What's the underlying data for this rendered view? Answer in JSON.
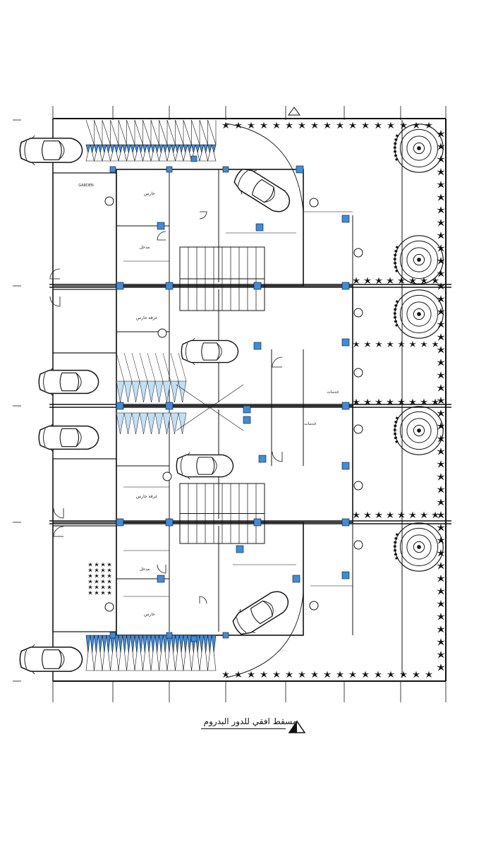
{
  "drawing": {
    "caption": "مسقط افقي للدور البدروم",
    "garden_label": "GARDEN",
    "room_labels": [
      "حارس",
      "غرفة حارس",
      "غرفة حارس",
      "حارس",
      "مدخل",
      "مدخل",
      "خدمات",
      "خدمات"
    ]
  },
  "colors": {
    "accent": "#3b8de0",
    "line": "#111111",
    "background": "#ffffff"
  }
}
